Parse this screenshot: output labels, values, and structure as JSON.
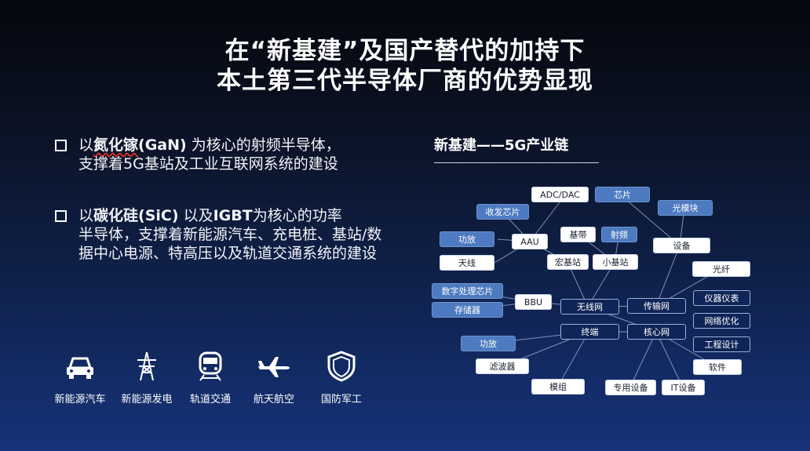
{
  "title": {
    "line1": "在“新基建”及国产替代的加持下",
    "line2": "本土第三代半导体厂商的优势显现"
  },
  "bullets": [
    {
      "pre": "以",
      "em": "氮化镓",
      "mid": "(GaN)",
      "post": " 为核心的射频半导体，",
      "line2": "支撑着5G基站及工业互联网系统的建设"
    },
    {
      "pre": "以",
      "em": "碳化硅",
      "mid": "(SiC)",
      "post": " 以及",
      "em2": "IGBT",
      "post2": "为核心的功率",
      "rest": "半导体，支撑着新能源汽车、充电桩、基站/数据中心电源、特高压以及轨道交通系统的建设"
    }
  ],
  "icons": [
    {
      "name": "car-icon",
      "label": "新能源汽车"
    },
    {
      "name": "power-tower-icon",
      "label": "新能源发电"
    },
    {
      "name": "train-icon",
      "label": "轨道交通"
    },
    {
      "name": "airplane-icon",
      "label": "航天航空"
    },
    {
      "name": "shield-icon",
      "label": "国防军工"
    }
  ],
  "chain": {
    "title": "新基建——5G产业链",
    "nodes": {
      "adc": "ADC/DAC",
      "chip": "芯片",
      "transceiver": "收发芯片",
      "optical_module": "光模块",
      "pa1": "功放",
      "aau": "AAU",
      "baseband": "基带",
      "rf": "射频",
      "equipment": "设备",
      "antenna": "天线",
      "macro": "宏基站",
      "small": "小基站",
      "fiber": "光纤",
      "dsp": "数字处理芯片",
      "storage": "存储器",
      "bbu": "BBU",
      "wireless": "无线网",
      "transport": "传输网",
      "instruments": "仪器仪表",
      "net_opt": "网络优化",
      "terminal": "终端",
      "core": "核心网",
      "pa2": "功放",
      "eng_design": "工程设计",
      "filter": "滤波器",
      "software": "软件",
      "module": "模组",
      "special": "专用设备",
      "it": "IT设备"
    }
  }
}
